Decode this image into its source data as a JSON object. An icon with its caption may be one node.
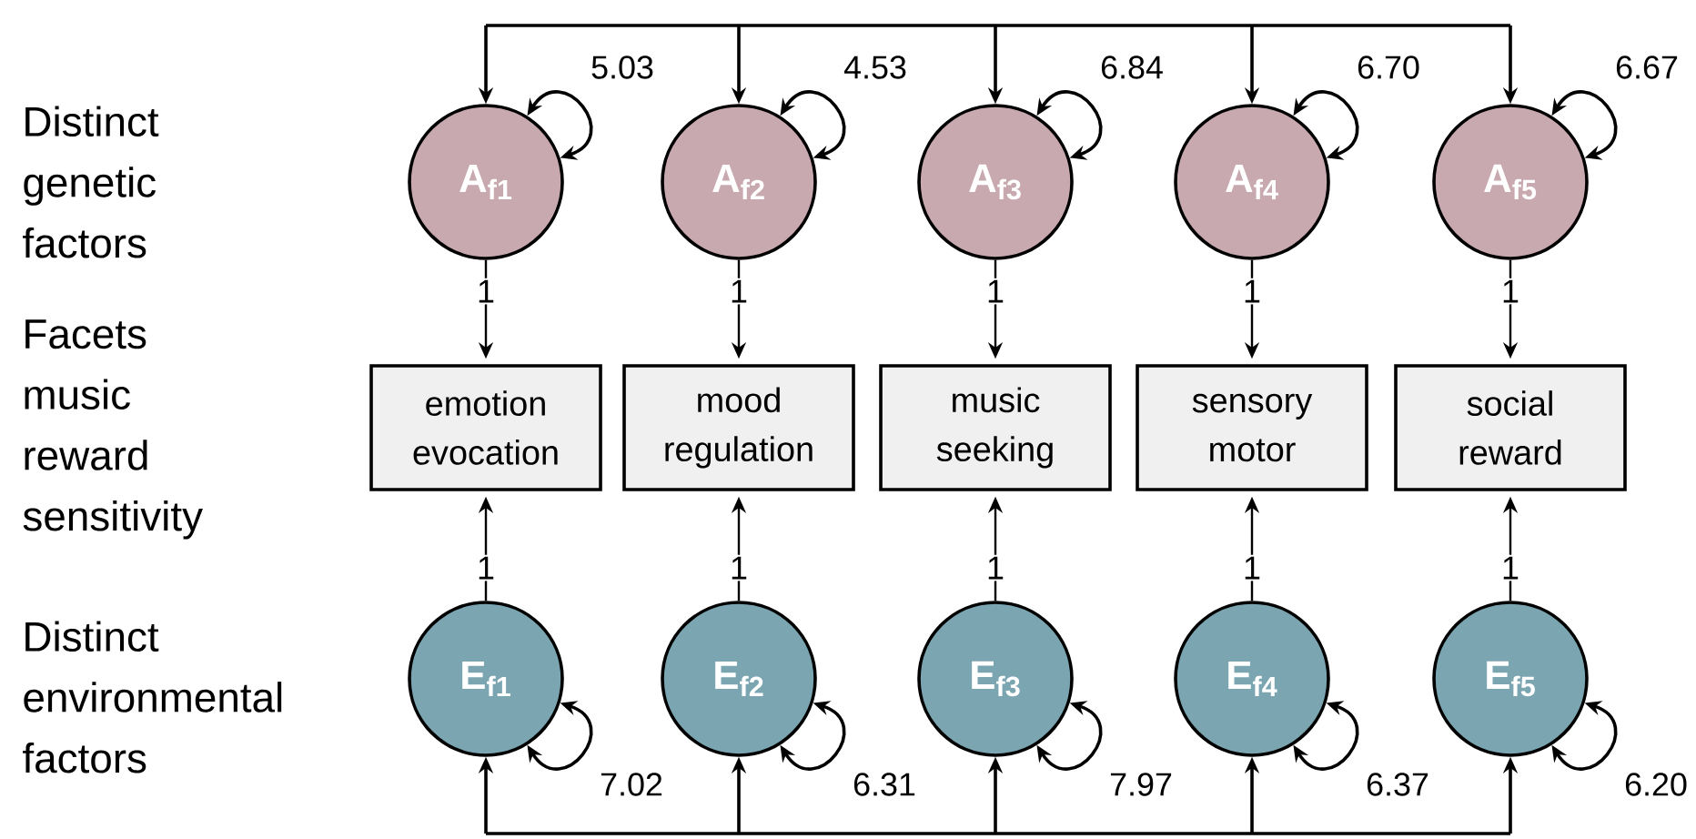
{
  "diagram": {
    "nodes": [
      {
        "text": [
          "A$_{f1}$"
        ]
      },
      {
        "text": [
          "A$_{f2}$"
        ]
      },
      {
        "text": [
          "A$_{f3}$"
        ]
      },
      {
        "text": [
          "A$_{f4}$"
        ]
      },
      {
        "text": [
          "A$_{f5}$"
        ]
      },
      {
        "text": [
          "emotion evocation"
        ]
      },
      {
        "text": [
          "mood regulation"
        ]
      },
      {
        "text": [
          "music seeking"
        ]
      },
      {
        "text": [
          "sensory motor"
        ]
      },
      {
        "text": [
          "social reward"
        ]
      },
      {
        "text": [
          "E$_{f1}$"
        ]
      },
      {
        "text": [
          "E$_{f2}$"
        ]
      },
      {
        "text": [
          "E$_{f3}$"
        ]
      },
      {
        "text": [
          "E$_{f4}$"
        ]
      },
      {
        "text": [
          "E$_{f5}$"
        ]
      }
    ],
    "edges": [
      {
        "from": 0,
        "to": 0,
        "arrow": "both",
        "label": "5.03"
      },
      {
        "from": 1,
        "to": 1,
        "arrow": "both",
        "label": "4.53"
      },
      {
        "from": 2,
        "to": 2,
        "arrow": "both",
        "label": "6.84"
      },
      {
        "from": 3,
        "to": 3,
        "arrow": "both",
        "label": "6.70"
      },
      {
        "from": 4,
        "to": 4,
        "arrow": "both",
        "label": "6.67"
      },
      {
        "from": 0,
        "to": 5,
        "arrow": "to",
        "label": "1"
      },
      {
        "from": 1,
        "to": 6,
        "arrow": "to",
        "label": "1"
      },
      {
        "from": 2,
        "to": 7,
        "arrow": "to",
        "label": "1"
      },
      {
        "from": 3,
        "to": 8,
        "arrow": "to",
        "label": "1"
      },
      {
        "from": 4,
        "to": 9,
        "arrow": "to",
        "label": "1"
      },
      {
        "from": 10,
        "to": 5,
        "arrow": "to",
        "label": "1"
      },
      {
        "from": 11,
        "to": 6,
        "arrow": "to",
        "label": "1"
      },
      {
        "from": 12,
        "to": 7,
        "arrow": "to",
        "label": "1"
      },
      {
        "from": 13,
        "to": 8,
        "arrow": "to",
        "label": "1"
      },
      {
        "from": 14,
        "to": 9,
        "arrow": "to",
        "label": "1"
      },
      {
        "from": 10,
        "to": 10,
        "arrow": "both",
        "label": "7.02"
      },
      {
        "from": 11,
        "to": 11,
        "arrow": "both",
        "label": "6.31"
      },
      {
        "from": 12,
        "to": 12,
        "arrow": "both",
        "label": "7.97"
      },
      {
        "from": 13,
        "to": 13,
        "arrow": "both",
        "label": "6.37"
      },
      {
        "from": 14,
        "to": 14,
        "arrow": "both",
        "label": "6.20"
      },
      {
        "from": 0,
        "to": 1,
        "arrow": "both"
      },
      {
        "from": 1,
        "to": 2,
        "arrow": "both"
      },
      {
        "from": 2,
        "to": 3,
        "arrow": "both"
      },
      {
        "from": 3,
        "to": 4,
        "arrow": "both"
      },
      {
        "from": 10,
        "to": 11,
        "arrow": "both"
      },
      {
        "from": 11,
        "to": 12,
        "arrow": "both"
      },
      {
        "from": 12,
        "to": 13,
        "arrow": "both"
      },
      {
        "from": 13,
        "to": 14,
        "arrow": "both"
      }
    ],
    "labels": [
      "Distinct genetic factors",
      "Facets music reward sensitivity",
      "Distinct environmental factors"
    ]
  }
}
